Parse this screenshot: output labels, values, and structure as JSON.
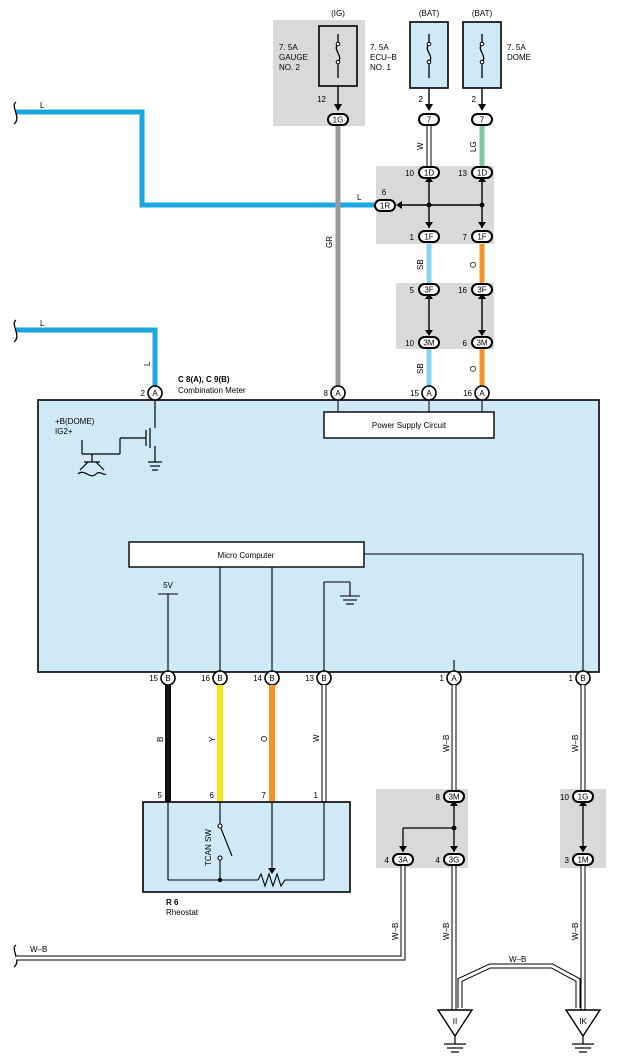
{
  "colors": {
    "wire_L": "#1aa7e0",
    "wire_GR": "#9a9a9a",
    "wire_W": "#ffffff",
    "wire_LG": "#7ec99a",
    "wire_SB": "#8ed0ef",
    "wire_O": "#f7941d",
    "wire_B": "#111111",
    "wire_Y": "#f6e51b",
    "wire_WB": "#ffffff",
    "junction_bg": "#d9d9d9",
    "meter_bg": "#cfe9f7",
    "fuse_bg": "#cfe9f7"
  },
  "fuses": [
    {
      "source": "(IG)",
      "rating": "7. 5A",
      "name_line1": "GAUGE",
      "name_line2": "NO. 2",
      "pin": "12",
      "conn": "1G"
    },
    {
      "source": "(BAT)",
      "rating": "7. 5A",
      "name_line1": "ECU–B",
      "name_line2": "NO. 1",
      "pin": "2",
      "conn": "7"
    },
    {
      "source": "(BAT)",
      "rating": "7. 5A",
      "name_line1": "DOME",
      "name_line2": "",
      "pin": "2",
      "conn": "7"
    }
  ],
  "junction_upper": {
    "pins": [
      {
        "num": "10",
        "conn": "1D"
      },
      {
        "num": "13",
        "conn": "1D"
      },
      {
        "num": "6",
        "conn": "1R"
      },
      {
        "num": "1",
        "conn": "1F"
      },
      {
        "num": "7",
        "conn": "1F"
      }
    ]
  },
  "junction_mid": {
    "pins": [
      {
        "num": "5",
        "conn": "3F"
      },
      {
        "num": "16",
        "conn": "3F"
      },
      {
        "num": "10",
        "conn": "3M"
      },
      {
        "num": "6",
        "conn": "3M"
      }
    ]
  },
  "wire_labels": {
    "L_top": "L",
    "L_top_junction": "L",
    "L_mid": "L",
    "L_mid_vertical": "L",
    "GR": "GR",
    "W_top": "W",
    "LG": "LG",
    "SB_upper": "SB",
    "O_upper": "O",
    "SB_lower": "SB",
    "O_lower": "O",
    "B": "B",
    "Y": "Y",
    "O_bottom": "O",
    "W_bottom": "W",
    "WB_left_branch": "W–B",
    "WB_center": "W–B",
    "WB_right": "W–B",
    "WB_center_lower": "W–B",
    "WB_right_lower": "W–B",
    "WB_rheostat": "W–B",
    "WB_bottom_left": "W–B",
    "WB_bridge": "W–B"
  },
  "meter": {
    "title": "C 8(A), C 9(B)",
    "subtitle": "Combination Meter",
    "power_supply": "Power Supply Circuit",
    "micro_computer": "Micro Computer",
    "bdome": "+B(DOME)",
    "ig2": "IG2+",
    "five_v": "5V",
    "top_pins": [
      {
        "num": "2",
        "conn": "A"
      },
      {
        "num": "8",
        "conn": "A"
      },
      {
        "num": "15",
        "conn": "A"
      },
      {
        "num": "16",
        "conn": "A"
      }
    ],
    "bottom_pins": [
      {
        "num": "15",
        "conn": "B"
      },
      {
        "num": "16",
        "conn": "B"
      },
      {
        "num": "14",
        "conn": "B"
      },
      {
        "num": "13",
        "conn": "B"
      },
      {
        "num": "1",
        "conn": "A"
      },
      {
        "num": "1",
        "conn": "B"
      }
    ]
  },
  "rheostat": {
    "code": "R 6",
    "name": "Rheostat",
    "switch": "TCAN SW",
    "pins": [
      "5",
      "6",
      "7",
      "1"
    ]
  },
  "junction_lower_left": {
    "pins": [
      {
        "num": "8",
        "conn": "3M"
      },
      {
        "num": "4",
        "conn": "3A"
      },
      {
        "num": "4",
        "conn": "3G"
      }
    ]
  },
  "junction_lower_right": {
    "pins": [
      {
        "num": "10",
        "conn": "1G"
      },
      {
        "num": "3",
        "conn": "1M"
      }
    ]
  },
  "grounds": [
    {
      "label": "II"
    },
    {
      "label": "IK"
    }
  ]
}
